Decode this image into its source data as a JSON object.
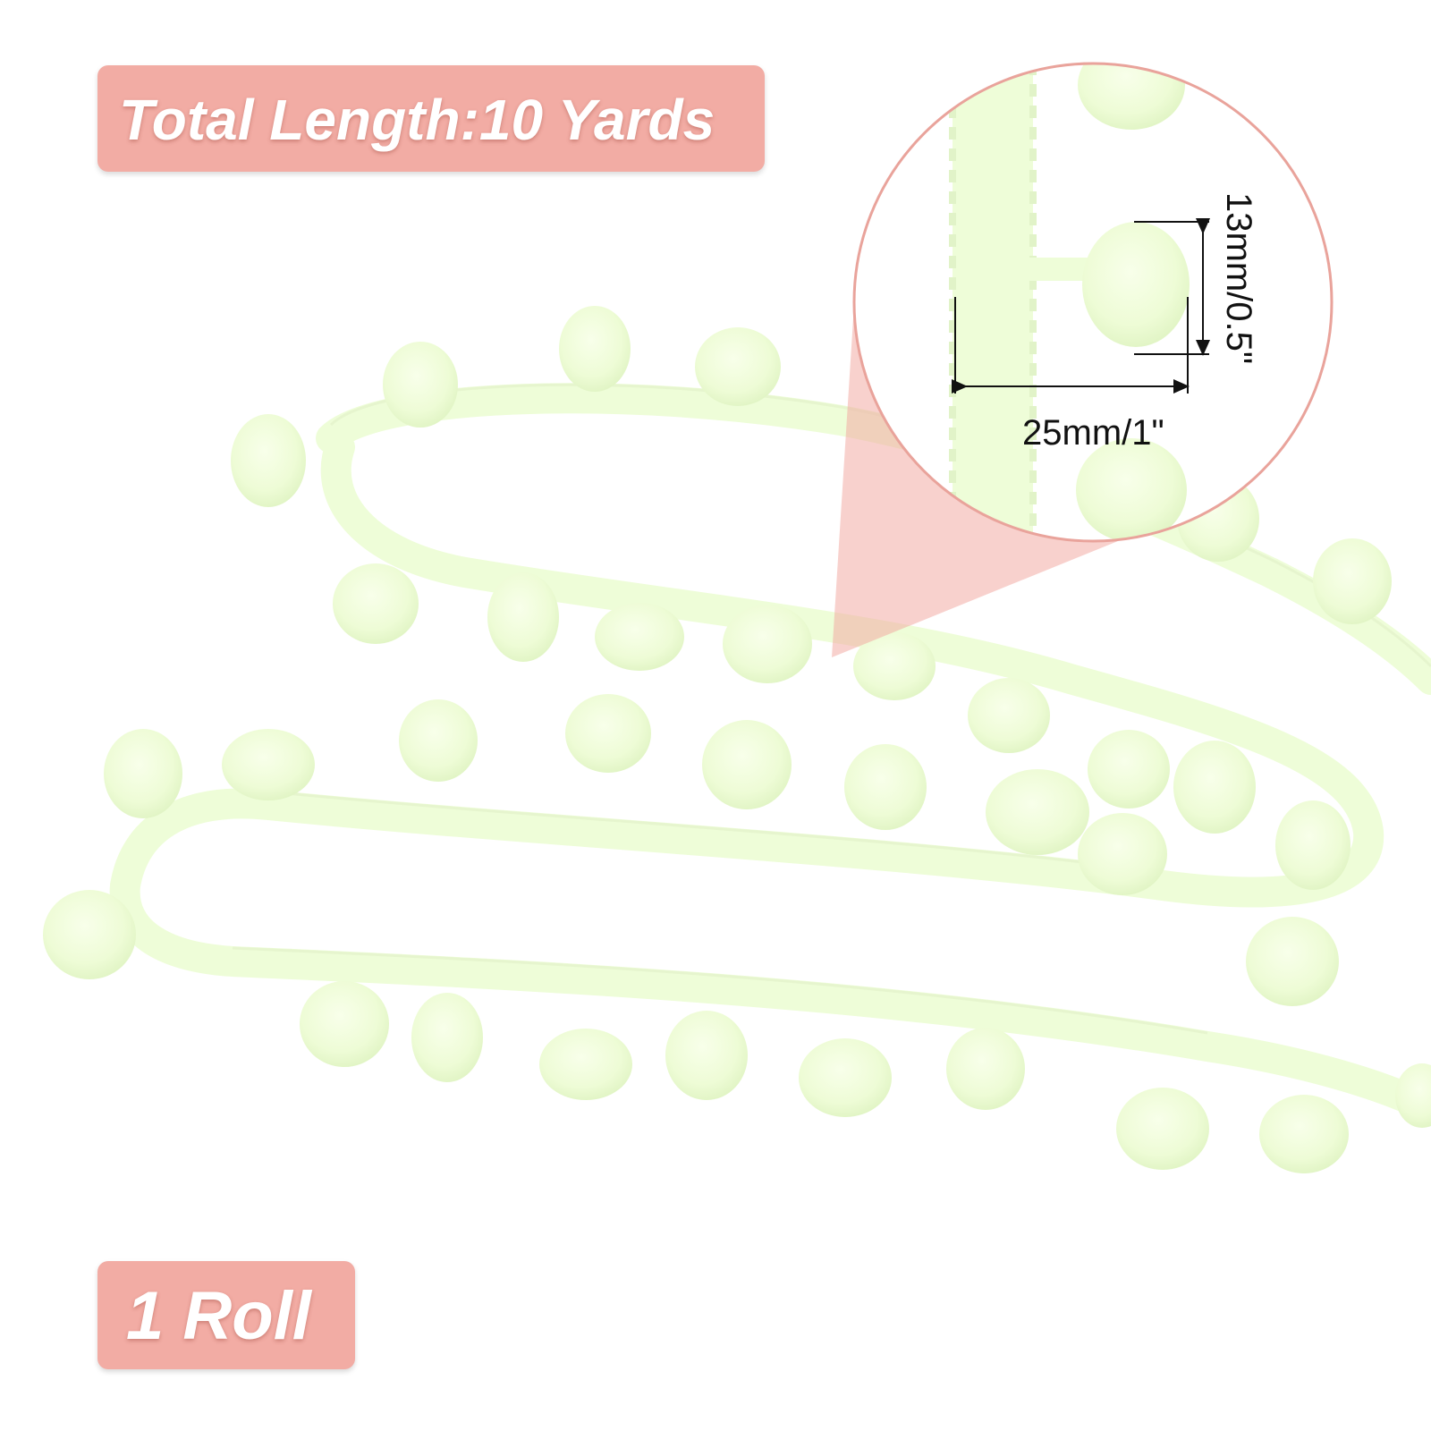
{
  "badges": {
    "length": "Total Length:10 Yards",
    "quantity": "1 Roll"
  },
  "zoom": {
    "width_label": "25mm/1\"",
    "height_label": "13mm/0.5\""
  },
  "colors": {
    "badge": "#f2aca4",
    "trim": "#eefdd8",
    "pompom": "#f0fddb",
    "circle_border": "#e9a39b"
  }
}
